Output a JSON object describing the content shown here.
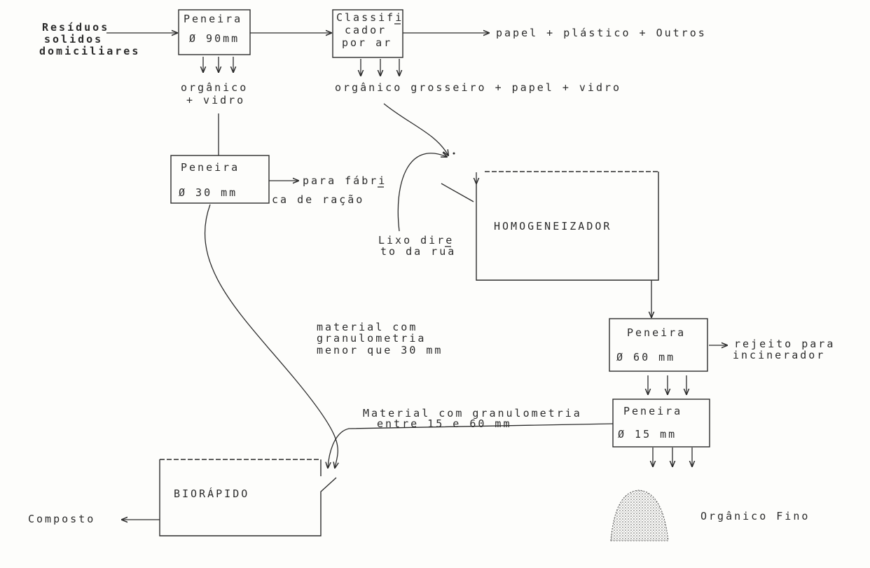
{
  "source": {
    "lines": [
      "Resíduos",
      "solidos",
      "domiciliares"
    ]
  },
  "sieve_90": {
    "title": "Peneira",
    "size": "Ø 90mm",
    "output": [
      "orgânico",
      "+ vidro"
    ]
  },
  "air_classifier": {
    "lines": [
      "Classifi",
      "cador",
      "por ar"
    ],
    "light_output": "papel + plástico + Outros",
    "heavy_output": "orgânico grosseiro + papel + vidro"
  },
  "sieve_30": {
    "title": "Peneira",
    "size": "Ø 30 mm",
    "output": [
      "para fábri",
      "ca de ração"
    ],
    "fines": [
      "material com",
      "granulometria",
      "menor que 30 mm"
    ]
  },
  "street_waste": [
    "Lixo dire",
    "to da rua"
  ],
  "homogenizer": {
    "label": "HOMOGENEIZADOR"
  },
  "sieve_60": {
    "title": "Peneira",
    "size": "Ø 60 mm",
    "reject": [
      "rejeito para",
      "incinerador"
    ]
  },
  "sieve_15": {
    "title": "Peneira",
    "size": "Ø 15 mm",
    "mid": [
      "Material com granulometria",
      "entre 15 e 60 mm"
    ],
    "fines": "Orgânico Fino"
  },
  "bioreactor": {
    "label": "BIORÁPIDO",
    "output": "Composto"
  }
}
